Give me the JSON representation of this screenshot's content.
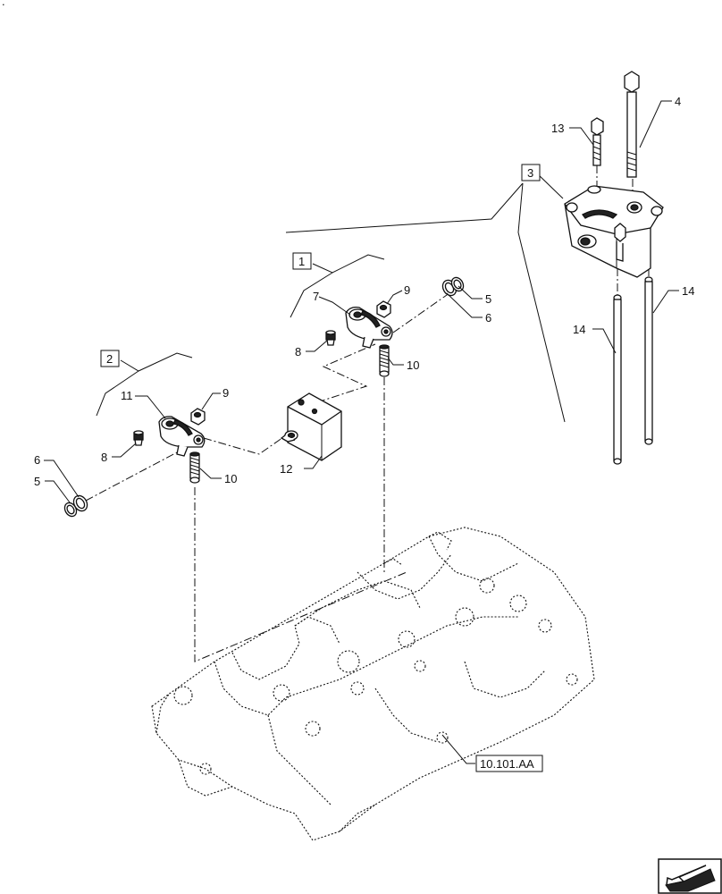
{
  "corner_mark": ".",
  "callouts": {
    "c1": "1",
    "c2": "2",
    "c3": "3",
    "c4": "4",
    "c5a": "5",
    "c5b": "5",
    "c6a": "6",
    "c6b": "6",
    "c7": "7",
    "c8a": "8",
    "c8b": "8",
    "c9a": "9",
    "c9b": "9",
    "c10a": "10",
    "c10b": "10",
    "c11": "11",
    "c12": "12",
    "c13": "13",
    "c14a": "14",
    "c14b": "14"
  },
  "reference": "10.101.AA",
  "icons": {
    "nav": "page-arrow-icon"
  }
}
